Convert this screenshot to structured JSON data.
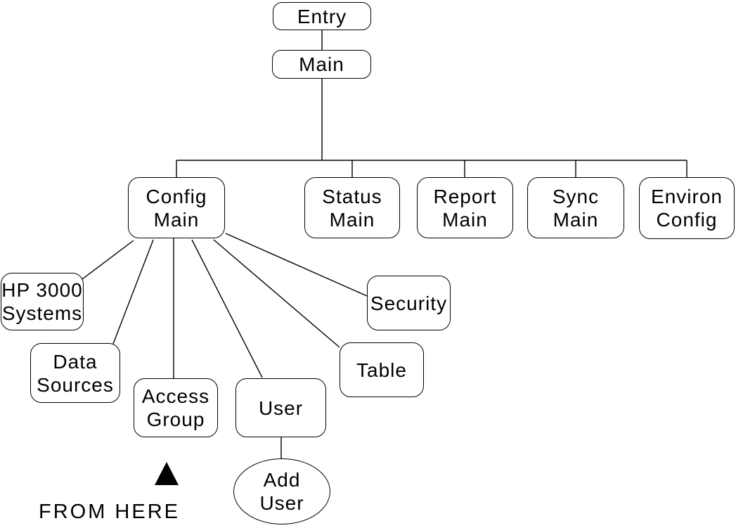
{
  "diagram": {
    "nodes": {
      "entry": {
        "label": "Entry"
      },
      "main": {
        "label": "Main"
      },
      "config_main": {
        "label": "Config\nMain"
      },
      "status_main": {
        "label": "Status\nMain"
      },
      "report_main": {
        "label": "Report\nMain"
      },
      "sync_main": {
        "label": "Sync\nMain"
      },
      "environ_config": {
        "label": "Environ\nConfig"
      },
      "hp3000_systems": {
        "label": "HP 3000\nSystems"
      },
      "data_sources": {
        "label": "Data\nSources"
      },
      "access_group": {
        "label": "Access\nGroup"
      },
      "user": {
        "label": "User"
      },
      "table": {
        "label": "Table"
      },
      "security": {
        "label": "Security"
      },
      "add_user": {
        "label": "Add\nUser",
        "shape": "ellipse"
      }
    },
    "edges": [
      [
        "entry",
        "main"
      ],
      [
        "main",
        "config_main"
      ],
      [
        "main",
        "status_main"
      ],
      [
        "main",
        "report_main"
      ],
      [
        "main",
        "sync_main"
      ],
      [
        "main",
        "environ_config"
      ],
      [
        "config_main",
        "hp3000_systems"
      ],
      [
        "config_main",
        "data_sources"
      ],
      [
        "config_main",
        "access_group"
      ],
      [
        "config_main",
        "user"
      ],
      [
        "config_main",
        "table"
      ],
      [
        "config_main",
        "security"
      ],
      [
        "user",
        "add_user"
      ]
    ],
    "annotation": {
      "marker": "triangle-up",
      "marker_points_to": "access_group",
      "label": "FROM HERE"
    },
    "colors": {
      "background": "#ffffff",
      "line": "#000000",
      "text": "#000000",
      "marker_fill": "#000000"
    }
  }
}
